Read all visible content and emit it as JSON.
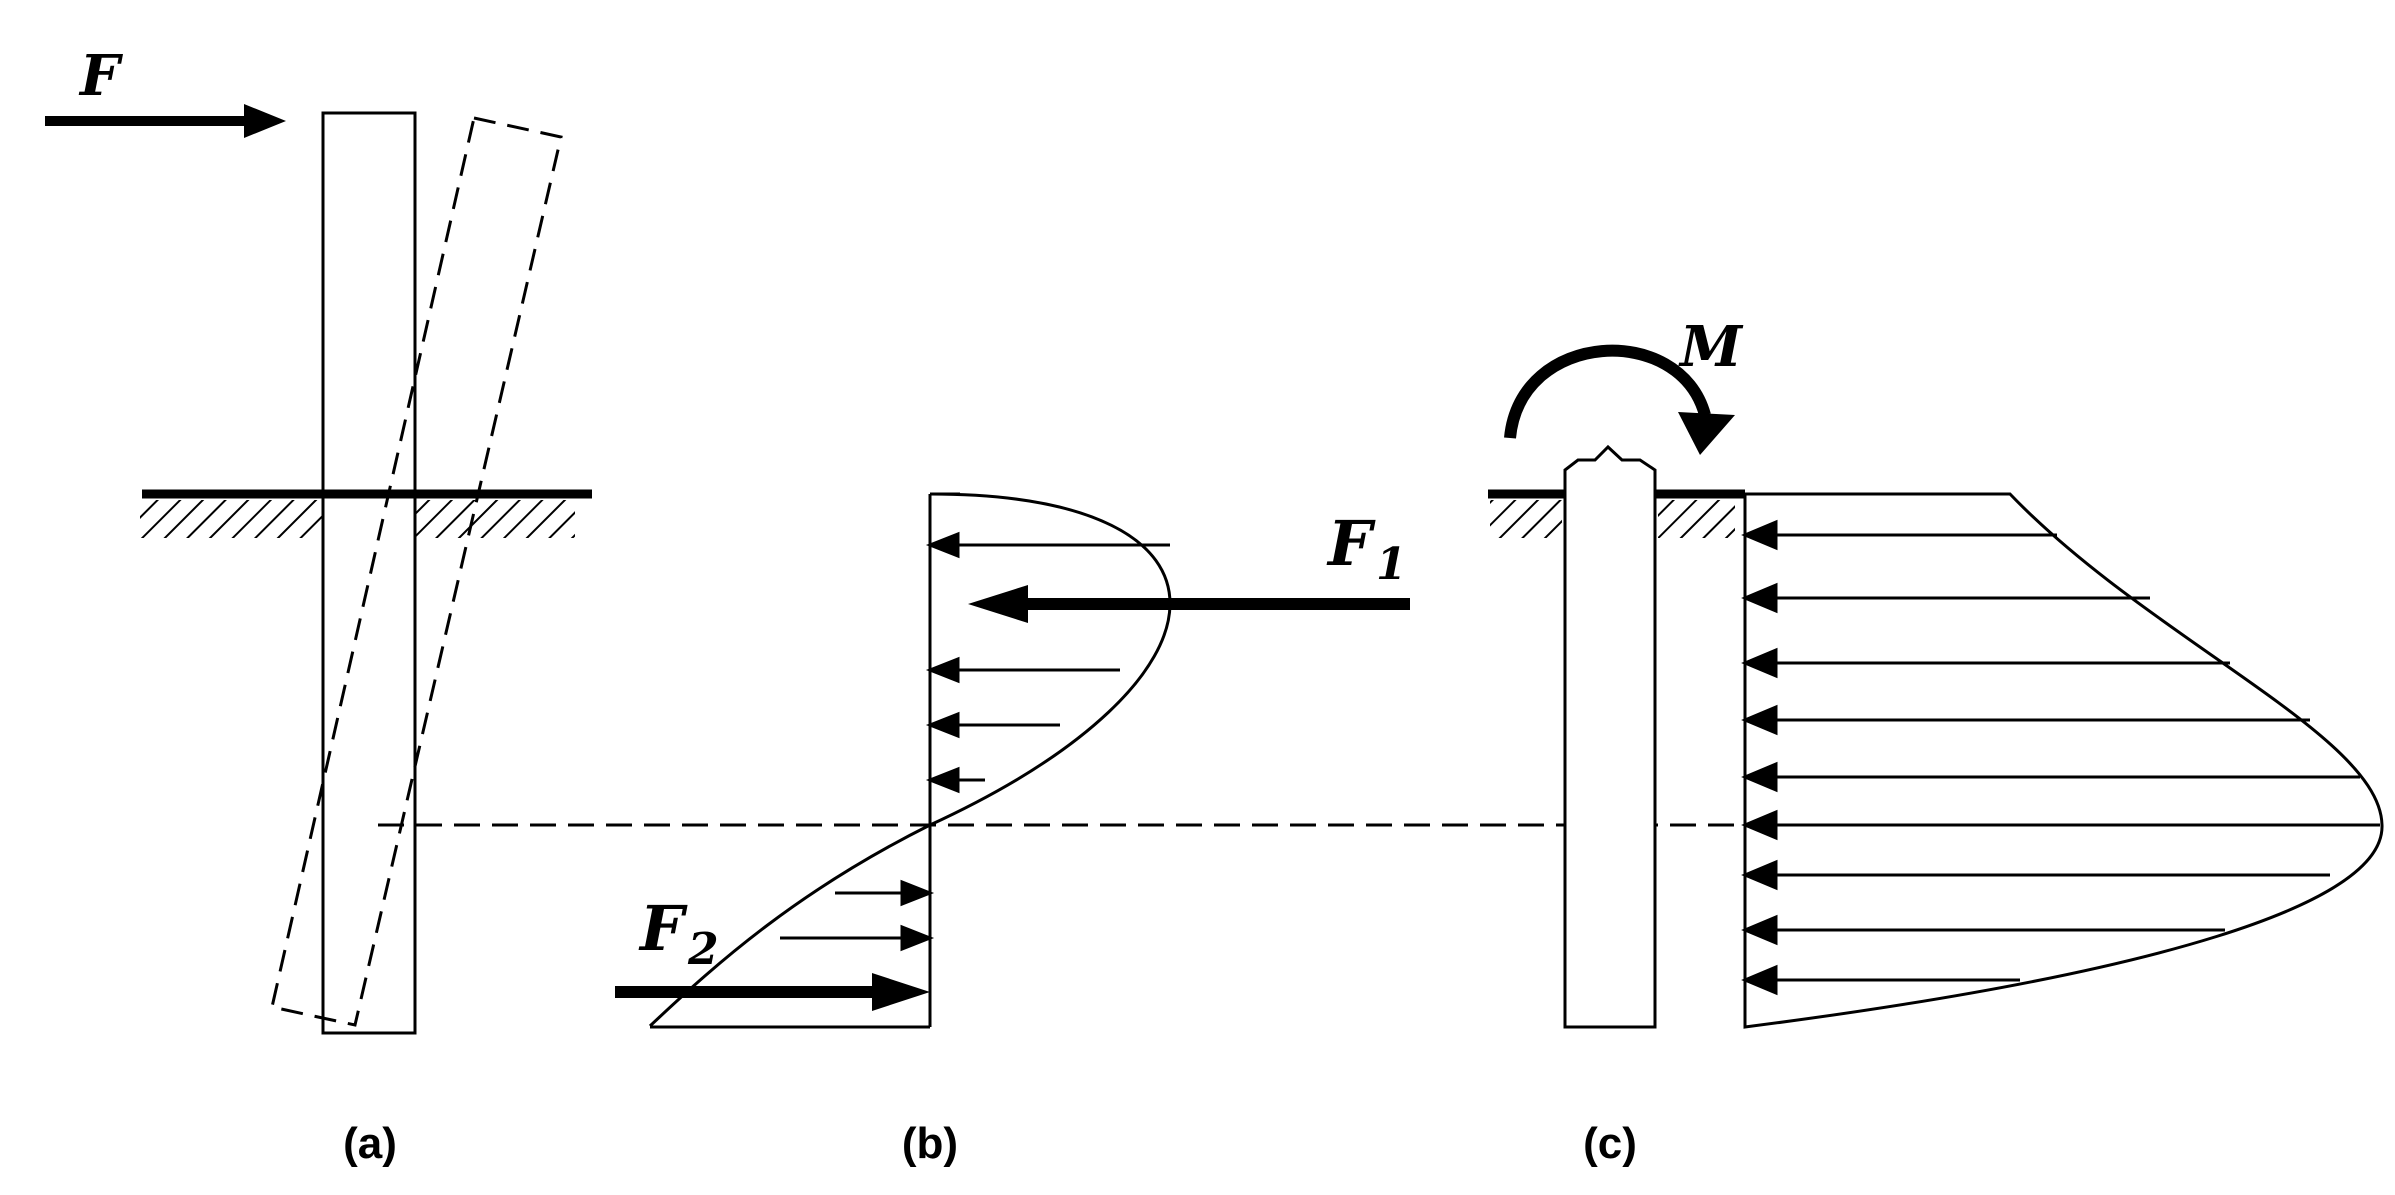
{
  "labels": {
    "force_f": "F",
    "force_f1_base": "F",
    "force_f1_sub": "1",
    "force_f2_base": "F",
    "force_f2_sub": "2",
    "moment_m": "M",
    "panel_a": "(a)",
    "panel_b": "(b)",
    "panel_c": "(c)"
  },
  "colors": {
    "ink": "#000000",
    "paper": "#ffffff"
  }
}
